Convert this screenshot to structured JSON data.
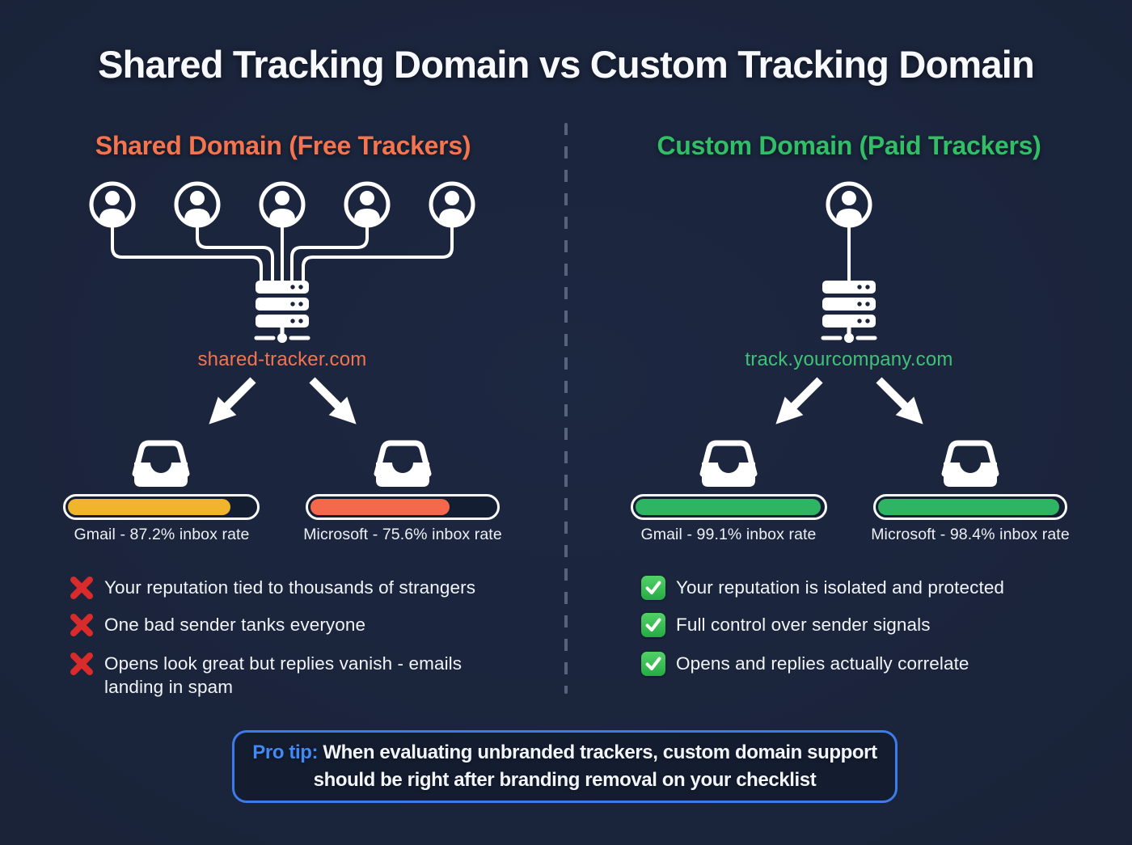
{
  "title": "Shared Tracking Domain vs Custom Tracking Domain",
  "panels": {
    "shared": {
      "heading": "Shared Domain (Free Trackers)",
      "heading_color": "#F3744F",
      "domain": "shared-tracker.com",
      "domain_color": "#F3744F",
      "user_count": 5,
      "bars": [
        {
          "provider": "Gmail",
          "label": "Gmail - 87.2% inbox rate",
          "percent": 87.2,
          "fill_color": "#F0B42D"
        },
        {
          "provider": "Microsoft",
          "label": "Microsoft - 75.6% inbox rate",
          "percent": 75.6,
          "fill_color": "#F6684C"
        }
      ],
      "points": [
        "Your reputation tied to thousands of strangers",
        "One bad sender tanks everyone",
        "Opens look great but replies vanish - emails landing in spam"
      ],
      "point_icon": "red-x"
    },
    "custom": {
      "heading": "Custom Domain (Paid Trackers)",
      "heading_color": "#31BE67",
      "domain": "track.yourcompany.com",
      "domain_color": "#3FC277",
      "user_count": 1,
      "bars": [
        {
          "provider": "Gmail",
          "label": "Gmail - 99.1% inbox rate",
          "percent": 99.1,
          "fill_color": "#2FB463"
        },
        {
          "provider": "Microsoft",
          "label": "Microsoft - 98.4% inbox rate",
          "percent": 98.4,
          "fill_color": "#2FB463"
        }
      ],
      "points": [
        "Your reputation is isolated and protected",
        "Full control over sender signals",
        "Opens and replies actually correlate"
      ],
      "point_icon": "green-check"
    }
  },
  "pro_tip": {
    "label": "Pro tip:",
    "text": "When evaluating unbranded trackers, custom domain support should be right after branding removal on your checklist"
  },
  "colors": {
    "background": "#1A2338",
    "accent_blue": "#3E7BE8",
    "negative_red": "#D92B2B",
    "positive_green": "#2FB463",
    "icon_white": "#FFFFFF"
  }
}
